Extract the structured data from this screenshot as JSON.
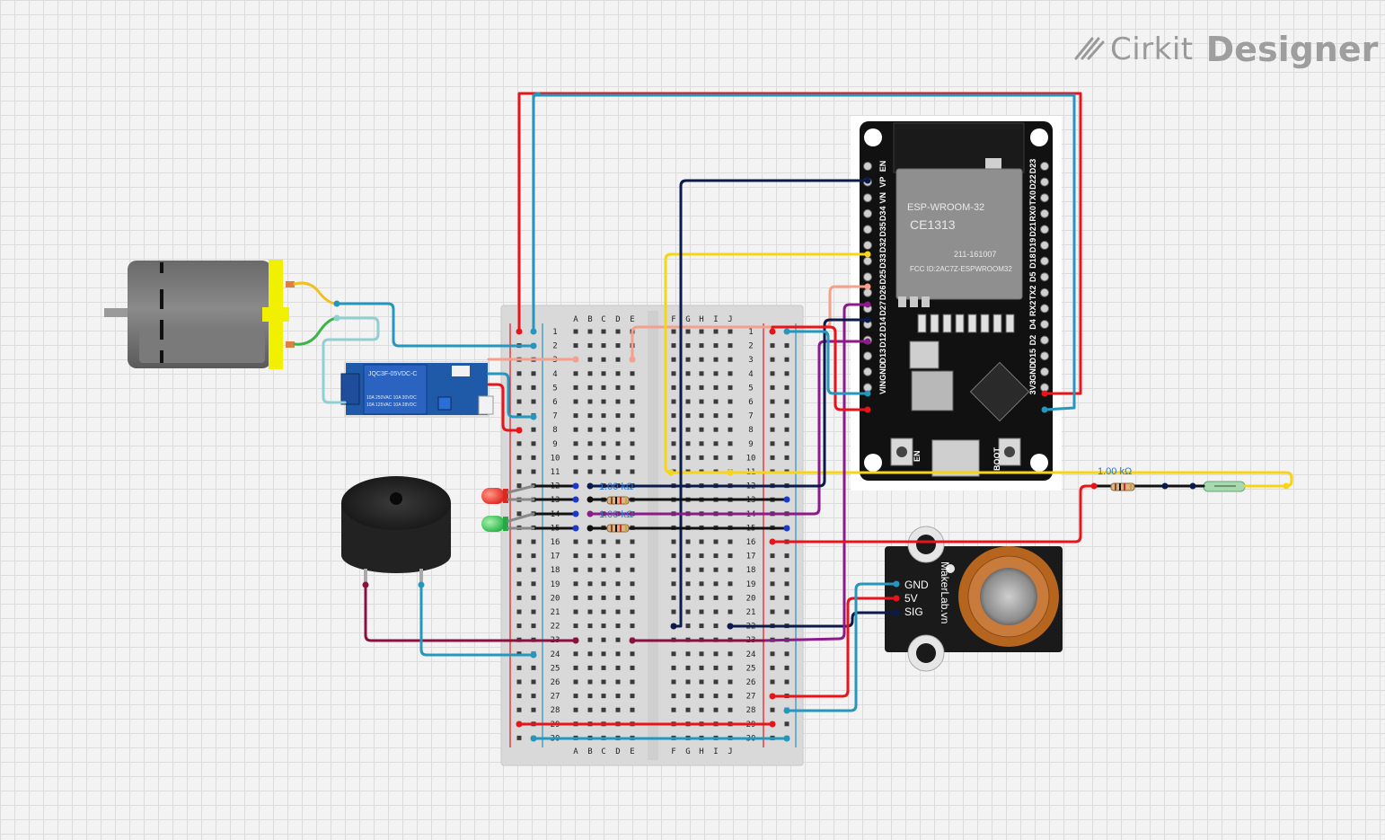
{
  "branding": {
    "brand": "Cirkit",
    "product": "Designer",
    "icon": "cirkit-logo-icon"
  },
  "breadboard": {
    "columns_left": [
      "A",
      "B",
      "C",
      "D",
      "E"
    ],
    "columns_right": [
      "F",
      "G",
      "H",
      "I",
      "J"
    ],
    "rows": 30
  },
  "esp32": {
    "module_title": "ESP-WROOM-32",
    "ce": "CE1313",
    "cert": "211-161007",
    "fcc": "FCC ID:2AC7Z-ESPWROOM32",
    "left_pins": [
      "EN",
      "VP",
      "VN",
      "D34",
      "D35",
      "D32",
      "D33",
      "D25",
      "D26",
      "D27",
      "D14",
      "D12",
      "D13",
      "GND",
      "VIN"
    ],
    "right_pins": [
      "D23",
      "D22",
      "TX0",
      "RX0",
      "D21",
      "D19",
      "D18",
      "D5",
      "TX2",
      "RX2",
      "D4",
      "D2",
      "D15",
      "GND",
      "3V3"
    ],
    "button_en": "EN",
    "button_boot": "BOOT"
  },
  "relay": {
    "model": "JQC3F-05VDC-C",
    "spec1": "10A 250VAC 10A 30VDC",
    "spec2": "10A 125VAC 10A 28VDC"
  },
  "gas_sensor": {
    "pins": [
      "GND",
      "5V",
      "SIG"
    ],
    "brand": "MakerLab.vn"
  },
  "resistors": {
    "label_bb_1": "1.00 kΩ",
    "label_bb_2": "1.00 kΩ",
    "label_ext": "1.00 kΩ"
  },
  "colors": {
    "red_wire": "#e8141a",
    "blue_wire": "#2596be",
    "navy_wire": "#0b1a4a",
    "yellow_wire": "#f7d416",
    "salmon_wire": "#f4a08c",
    "purple_wire": "#8b1a8b",
    "maroon_wire": "#8b1040",
    "green_wire": "#3bb44a",
    "black_wire": "#111111"
  }
}
